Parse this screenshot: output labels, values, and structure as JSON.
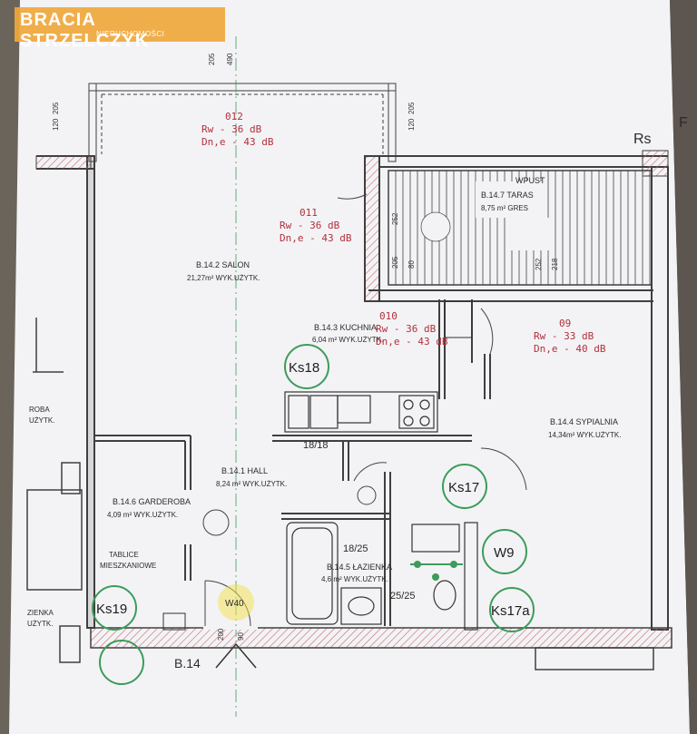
{
  "logo": {
    "name": "BRACIA STRZELCZYK",
    "sub": "NIERUCHOMOŚCI"
  },
  "dims": {
    "top_205": "205",
    "top_490": "490",
    "left_120": "120",
    "left_205": "205",
    "right_120": "120",
    "right_205": "205",
    "c_252": "252",
    "c_205": "205",
    "c_80": "80",
    "t_252": "252",
    "t_218": "218",
    "d_200": "200",
    "d_90": "90"
  },
  "acoustics": {
    "o12": [
      "012",
      "Rw - 36 dB",
      "Dn,e - 43 dB"
    ],
    "o11": [
      "011",
      "Rw - 36 dB",
      "Dn,e - 43 dB"
    ],
    "o10": [
      "010",
      "Rw - 36 dB",
      "Dn,e - 43 dB"
    ],
    "o09": [
      "09",
      "Rw - 33 dB",
      "Dn,e - 40 dB"
    ]
  },
  "rooms": {
    "salon": [
      "B.14.2 SALON",
      "21,27m² WYK.UŻYTK."
    ],
    "kuchnia": [
      "B.14.3 KUCHNIA",
      "6,04 m² WYK.UŻYTK."
    ],
    "taras": [
      "WPUST",
      "B.14.7 TARAS",
      "8,75 m² GRES"
    ],
    "sypialnia": [
      "B.14.4 SYPIALNIA",
      "14,34m² WYK.UŻYTK."
    ],
    "hall": [
      "B.14.1 HALL",
      "8,24 m² WYK.UŻYTK."
    ],
    "garderoba": [
      "B.14.6 GARDEROBA",
      "4,09 m² WYK.UŻYTK."
    ],
    "lazienka": [
      "B.14.5 ŁAZIENKA",
      "4,6 m² WYK.UŻYTK."
    ],
    "left_partial_1": [
      "ROBA",
      "UŻYTK."
    ],
    "left_partial_2": [
      "ZIENKA",
      "UŻYTK."
    ]
  },
  "labels": {
    "rs": "Rs",
    "f": "F",
    "tablice": [
      "TABLICE",
      "MIESZKANIOWE"
    ],
    "unit": "B.14",
    "ratio1": "18/18",
    "ratio2": "18/25",
    "ratio3": "25/25",
    "w40": "W40"
  },
  "circles": {
    "ks18": "Ks18",
    "ks17": "Ks17",
    "w9": "W9",
    "ks17a": "Ks17a",
    "ks19": "Ks19",
    "w40": "W40"
  },
  "colors": {
    "wall": "#3f3f3f",
    "acoustic": "#b3303a",
    "shaft": "#3c9c5a",
    "logo": "#f0a93c",
    "paper": "#f3f3f6"
  }
}
